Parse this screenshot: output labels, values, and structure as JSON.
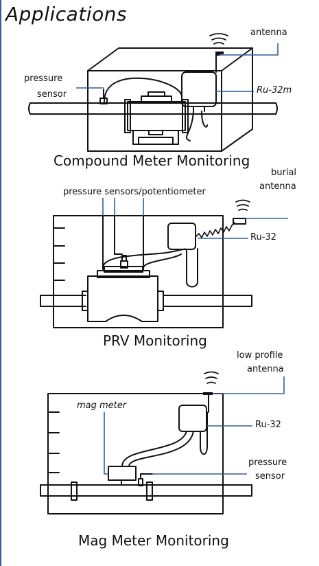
{
  "title": "Applications",
  "sections": [
    {
      "caption": "Compound Meter Monitoring",
      "labels": {
        "antenna": "antenna",
        "pressure_sensor_line1": "pressure",
        "pressure_sensor_line2": "sensor",
        "radio": "Ru-32m"
      }
    },
    {
      "caption": "PRV Monitoring",
      "labels": {
        "sensors": "pressure sensors/potentiometer",
        "antenna_line1": "burial",
        "antenna_line2": "antenna",
        "radio": "Ru-32"
      }
    },
    {
      "caption": "Mag Meter Monitoring",
      "labels": {
        "antenna_line1": "low profile",
        "antenna_line2": "antenna",
        "meter": "mag meter",
        "radio": "Ru-32",
        "pressure_sensor_line1": "pressure",
        "pressure_sensor_line2": "sensor"
      }
    }
  ],
  "colors": {
    "accent": "#2f5f9e",
    "ink": "#111111"
  }
}
